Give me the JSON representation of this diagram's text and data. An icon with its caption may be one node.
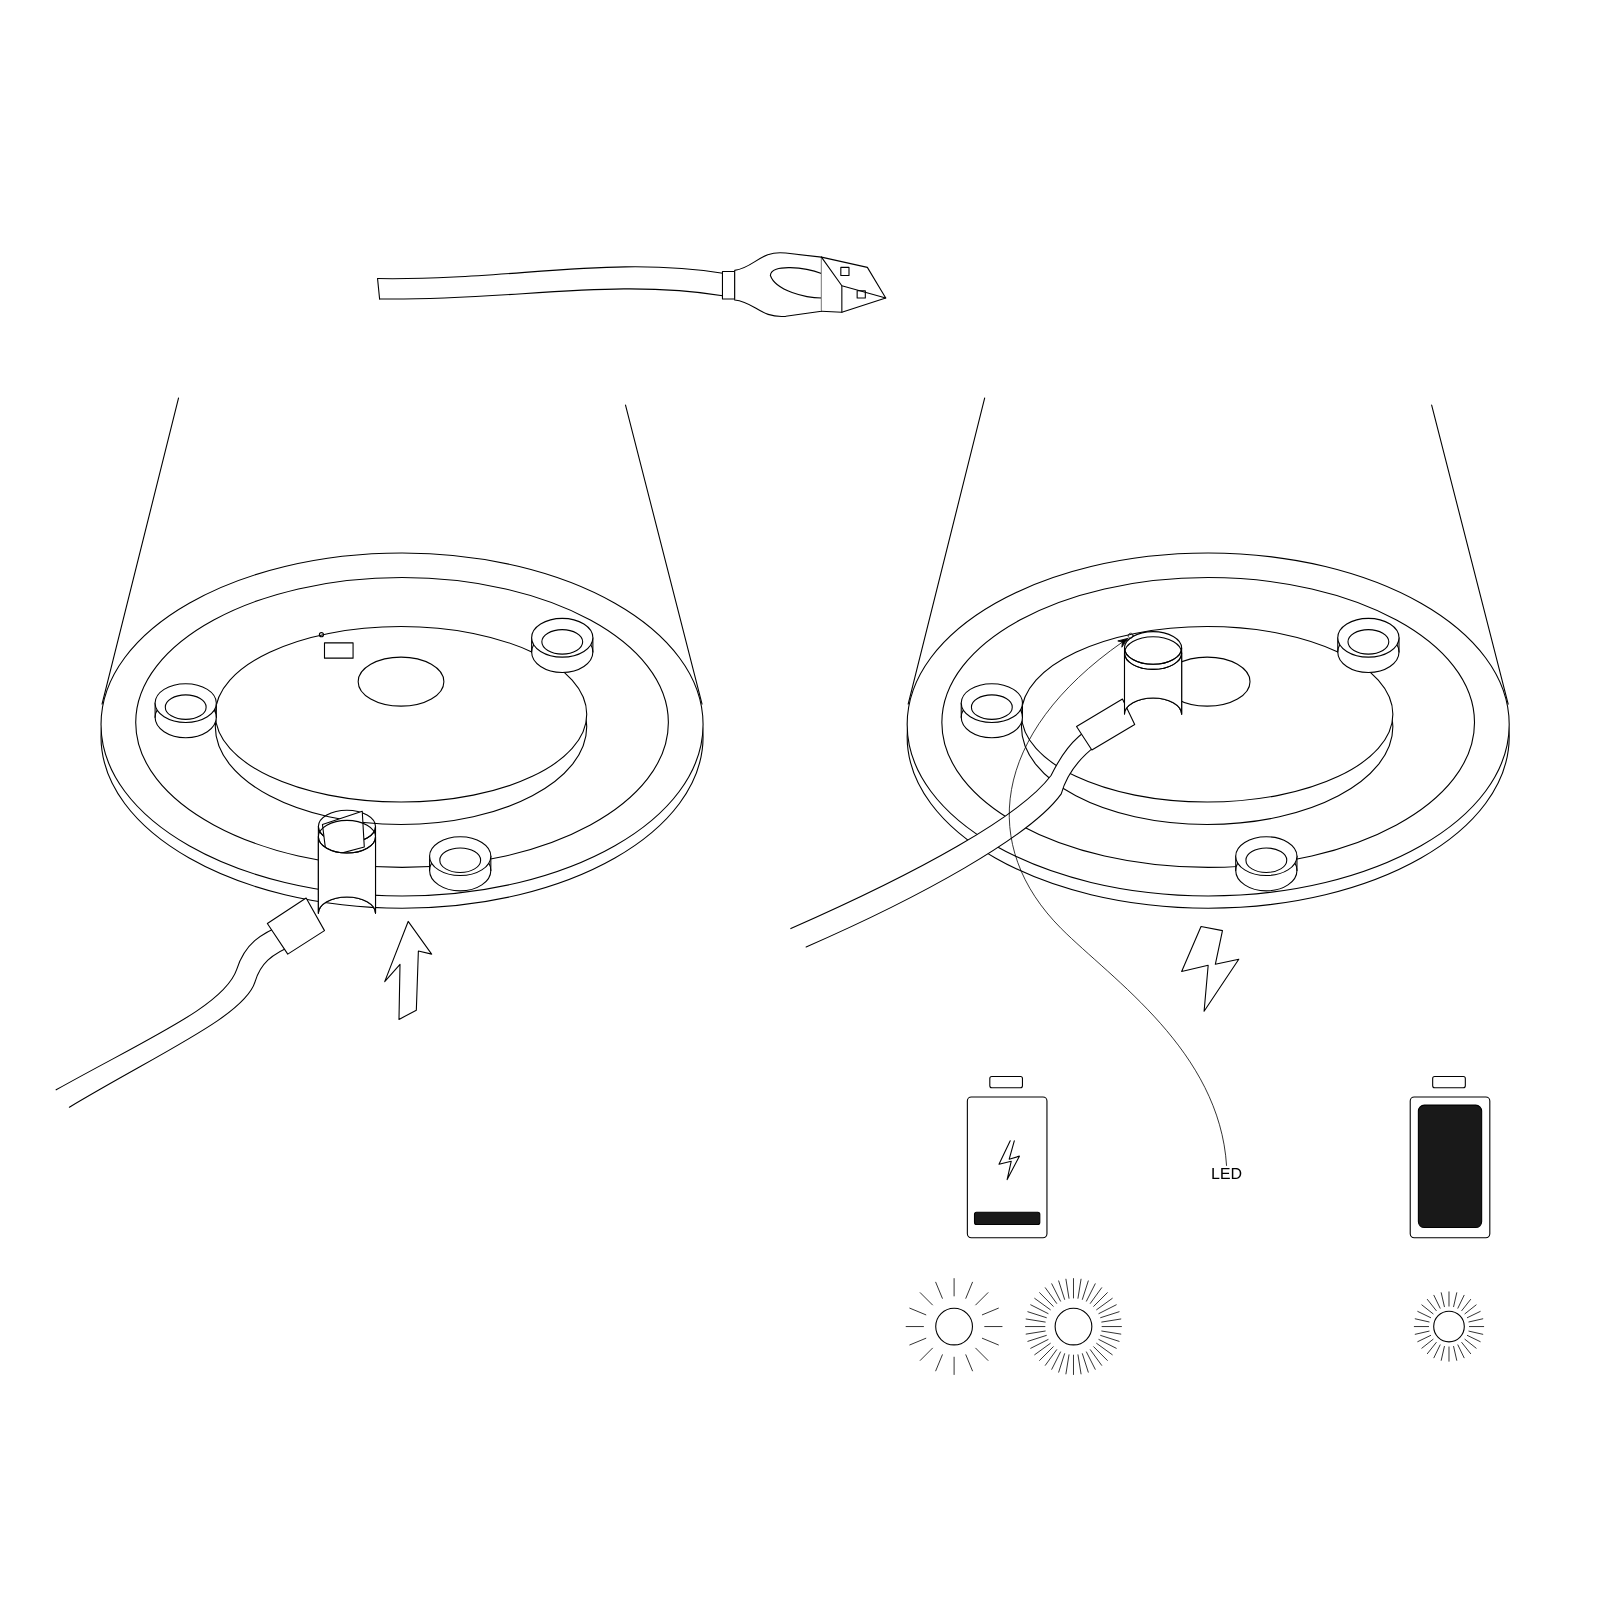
{
  "diagram": {
    "nodes": [
      {
        "text": [
          "LED"
        ]
      },
      {
        "text": [],
        "shape": "circle"
      }
    ],
    "edges": [
      {
        "from": 0,
        "to": 1,
        "arrow": "to"
      }
    ]
  }
}
